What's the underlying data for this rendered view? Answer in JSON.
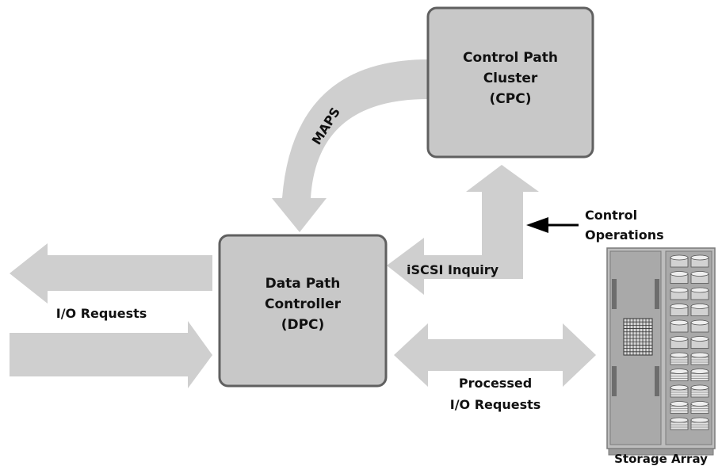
{
  "diagram": {
    "cpc": {
      "line1": "Control Path",
      "line2": "Cluster",
      "line3": "(CPC)"
    },
    "dpc": {
      "line1": "Data Path",
      "line2": "Controller",
      "line3": "(DPC)"
    },
    "maps_label": "MAPS",
    "iscsi_label": "iSCSI Inquiry",
    "control_ops": {
      "line1": "Control",
      "line2": "Operations"
    },
    "io_requests_label": "I/O Requests",
    "processed": {
      "line1": "Processed",
      "line2": "I/O Requests"
    },
    "storage_label": "Storage Array"
  },
  "colors": {
    "box_fill": "#c8c8c8",
    "box_stroke": "#606060",
    "arrow_fill": "#cfcfcf",
    "text": "#111111"
  }
}
